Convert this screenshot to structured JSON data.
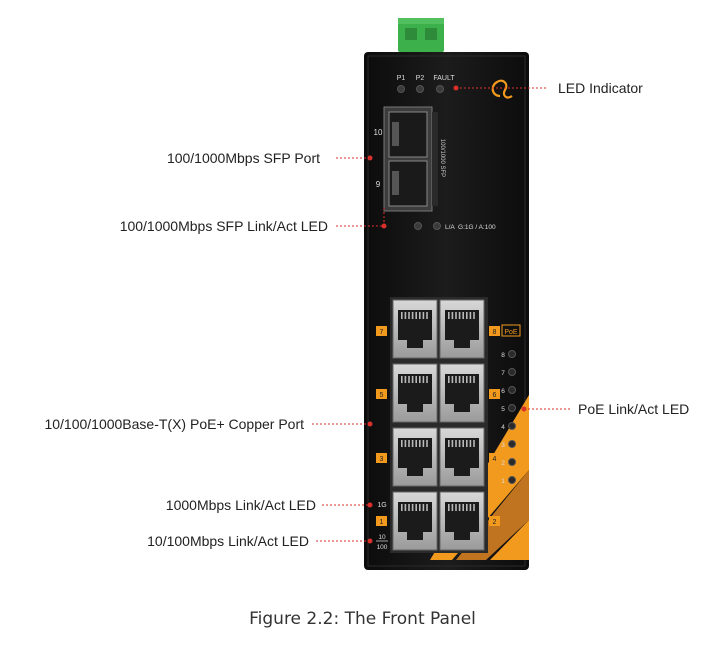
{
  "device": {
    "led_labels": [
      "P1",
      "P2",
      "FAULT"
    ],
    "sfp_port_numbers": [
      "10",
      "9"
    ],
    "sfp_vertical_label": "100/1000 SFP",
    "sfp_led_label": "L/A  G:1G / A:100",
    "poe_badge": "PoE",
    "left_port_numbers": [
      "7",
      "5",
      "3",
      "1"
    ],
    "right_port_numbers": [
      "8",
      "6",
      "4",
      "2"
    ],
    "poe_led_numbers": [
      "8",
      "7",
      "6",
      "5",
      "4",
      "3",
      "2",
      "1"
    ],
    "speed_label_1g": "1G",
    "speed_label_10_100_top": "10",
    "speed_label_10_100_bottom": "100"
  },
  "callouts": {
    "led_indicator": "LED Indicator",
    "sfp_port": "100/1000Mbps SFP Port",
    "sfp_led": "100/1000Mbps SFP Link/Act LED",
    "copper_port": "10/100/1000Base-T(X) PoE+ Copper Port",
    "poe_led": "PoE Link/Act LED",
    "led_1000": "1000Mbps Link/Act LED",
    "led_10_100": "10/100Mbps Link/Act LED"
  },
  "caption": "Figure 2.2: The Front Panel",
  "colors": {
    "panel": "#161616",
    "accent_orange": "#f29a1e",
    "terminal_green": "#3cb04a",
    "callout_red": "#d9302c"
  }
}
